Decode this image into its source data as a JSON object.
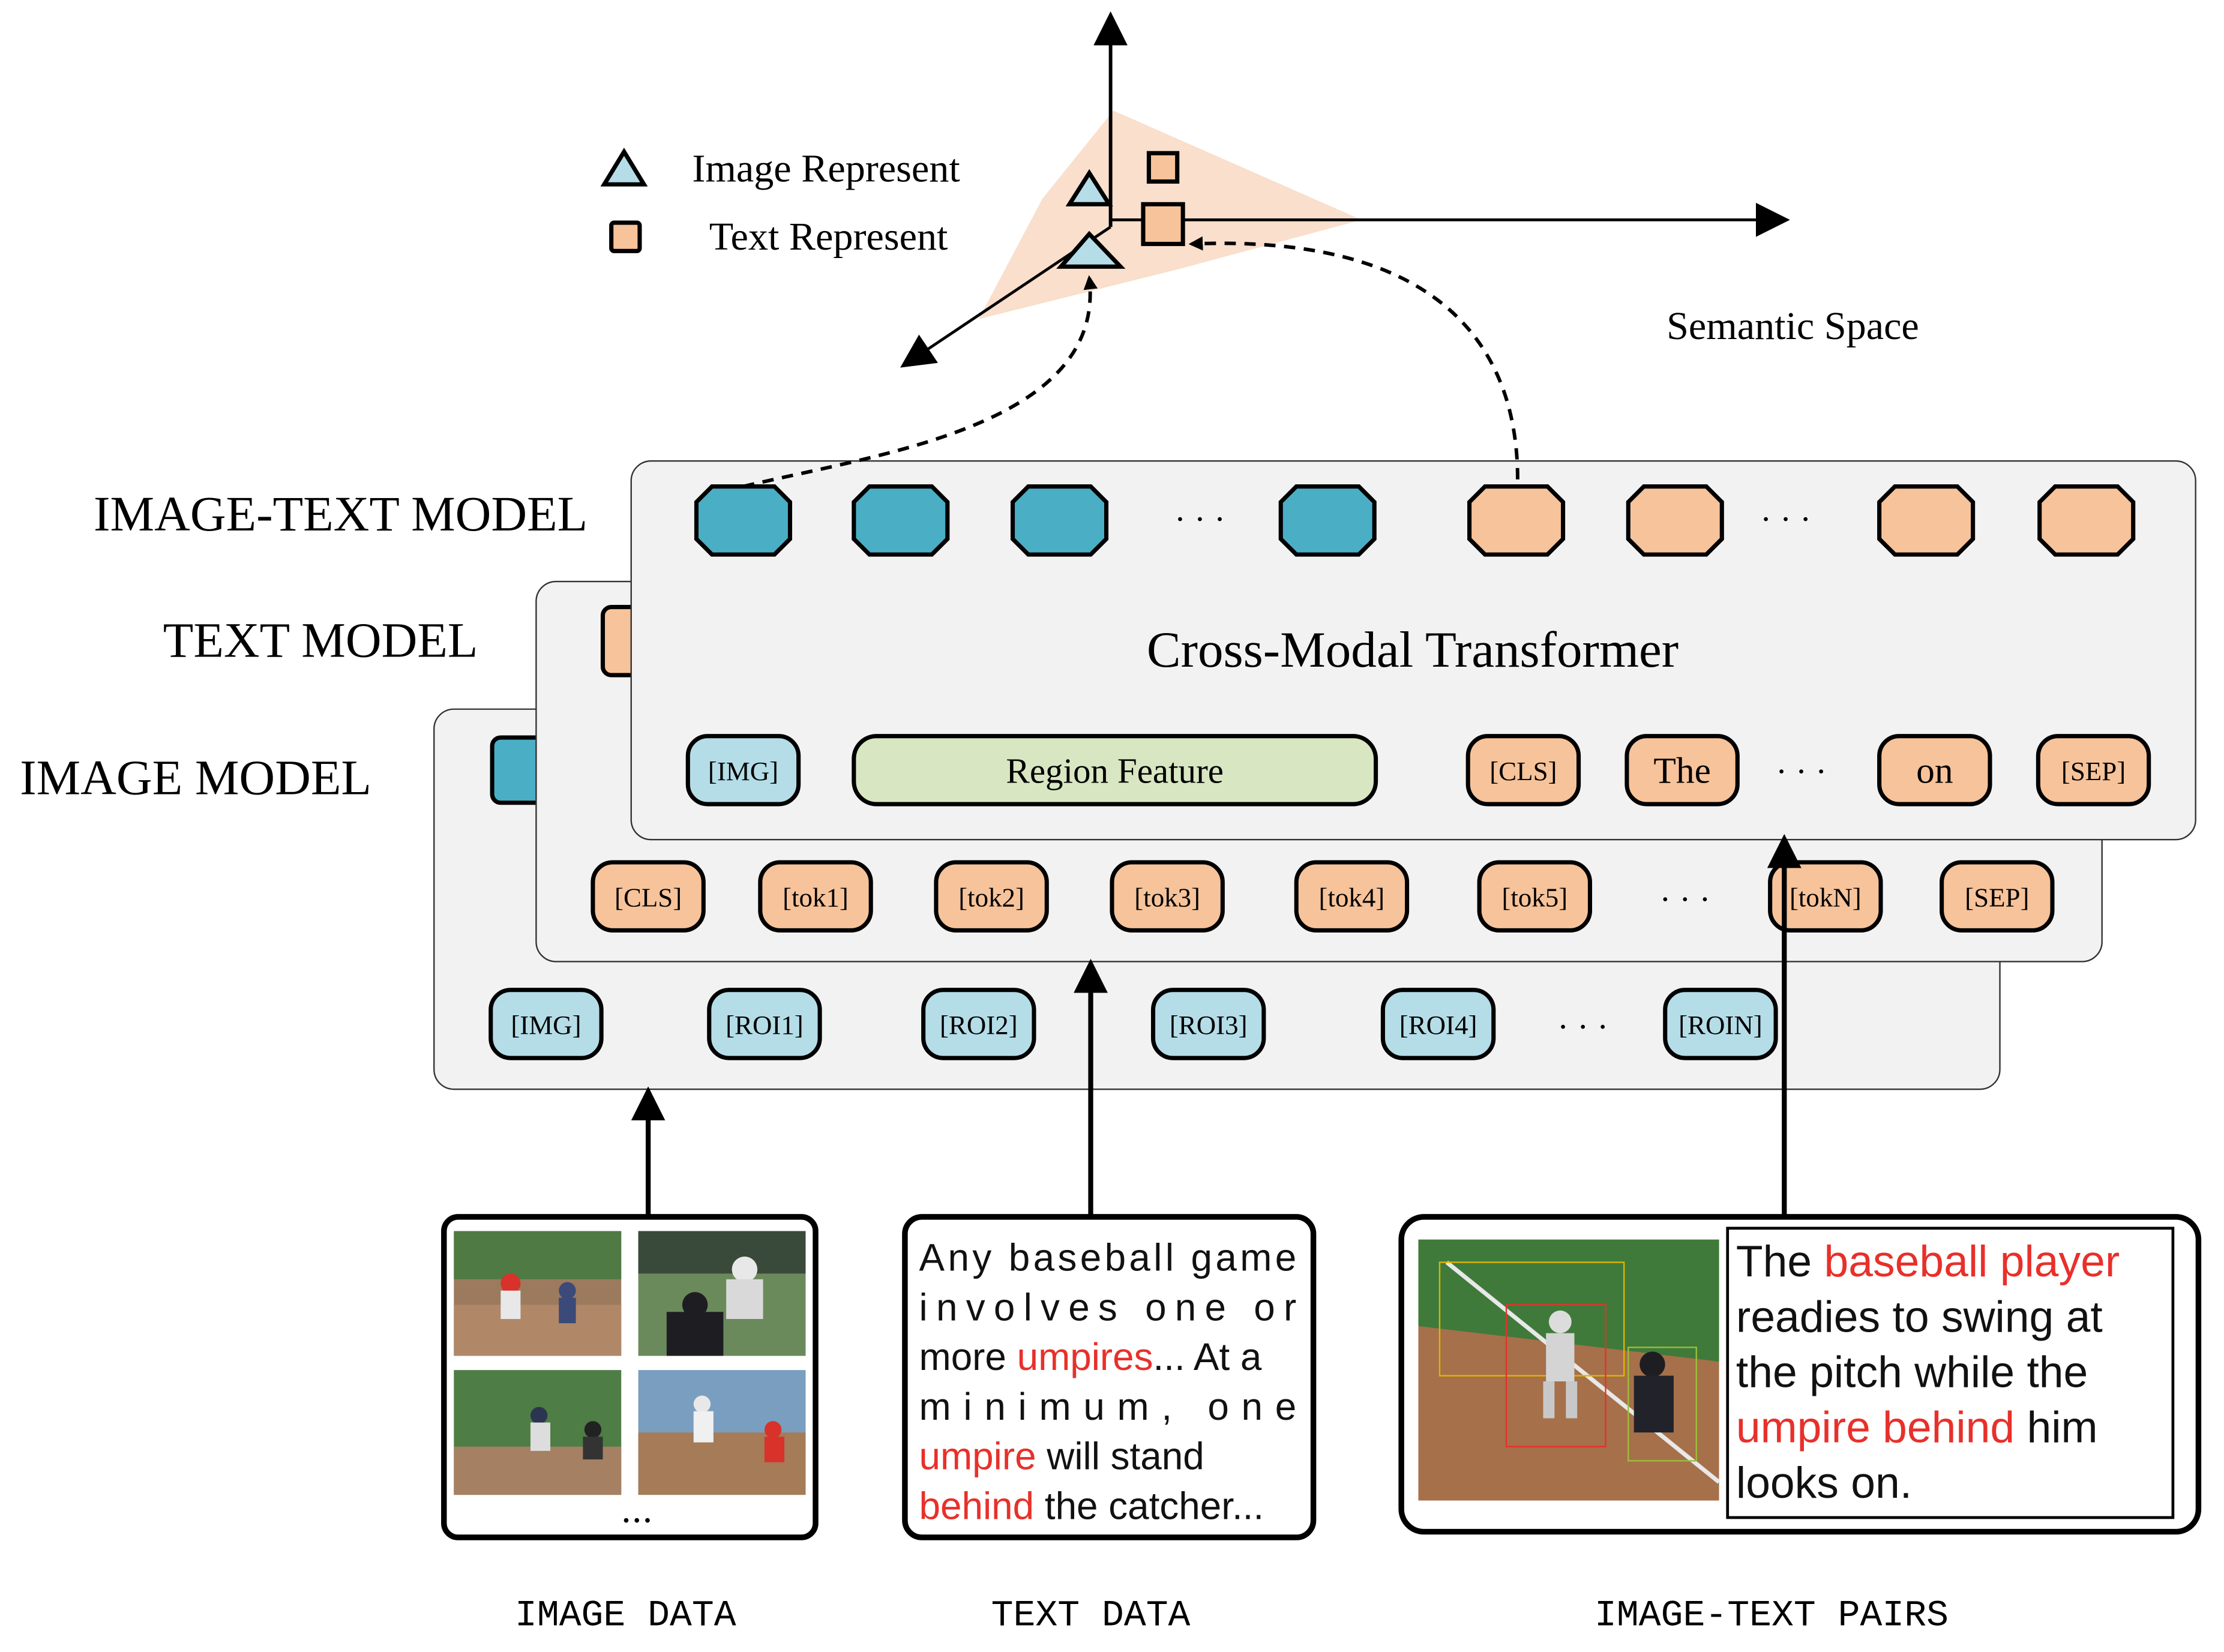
{
  "colors": {
    "image_token": "#4aaec5",
    "image_token_light": "#b5dde8",
    "text_token": "#f7c39a",
    "region_feature": "#d8e6c2",
    "panel_bg": "#f2f2f2",
    "space_fill": "#f8dcc7",
    "highlight_red": "#e8302a"
  },
  "legend": {
    "image_label": "Image Represent",
    "text_label": "Text Represent"
  },
  "semantic_space_label": "Semantic Space",
  "model_labels": {
    "image_text": "IMAGE-TEXT MODEL",
    "text": "TEXT MODEL",
    "image": "IMAGE MODEL"
  },
  "cross_modal": {
    "title": "Cross-Modal Transformer",
    "img_token": "[IMG]",
    "region_feature": "Region Feature",
    "cls_token": "[CLS]",
    "the_token": "The",
    "ellipsis": "· · ·",
    "on_token": "on",
    "sep_token": "[SEP]",
    "top_ellipsis_left": "· · ·",
    "top_ellipsis_right": "· · ·"
  },
  "text_model_tokens": [
    "[CLS]",
    "[tok1]",
    "[tok2]",
    "[tok3]",
    "[tok4]",
    "[tok5]",
    "· · ·",
    "[tokN]",
    "[SEP]"
  ],
  "image_model_tokens": [
    "[IMG]",
    "[ROI1]",
    "[ROI2]",
    "[ROI3]",
    "[ROI4]",
    "· · ·",
    "[ROIN]"
  ],
  "data_labels": {
    "image": "IMAGE DATA",
    "text": "TEXT DATA",
    "pairs": "IMAGE-TEXT PAIRS"
  },
  "image_data_ellipsis": "• • •",
  "text_data": {
    "line1": "Any baseball game",
    "line2": "involves one or",
    "line3_a": "more ",
    "line3_b": "umpires",
    "line3_c": "... At a",
    "line4": "minimum, one",
    "line5_a": "umpire",
    "line5_b": " will stand",
    "line6_a": "behind",
    "line6_b": " the catcher..."
  },
  "pair_text": {
    "line1_a": "The ",
    "line1_b": "baseball player",
    "line2": "readies to swing at",
    "line3": "the pitch while the",
    "line4_a": "umpire behind",
    "line4_b": " him",
    "line5": "looks on."
  }
}
